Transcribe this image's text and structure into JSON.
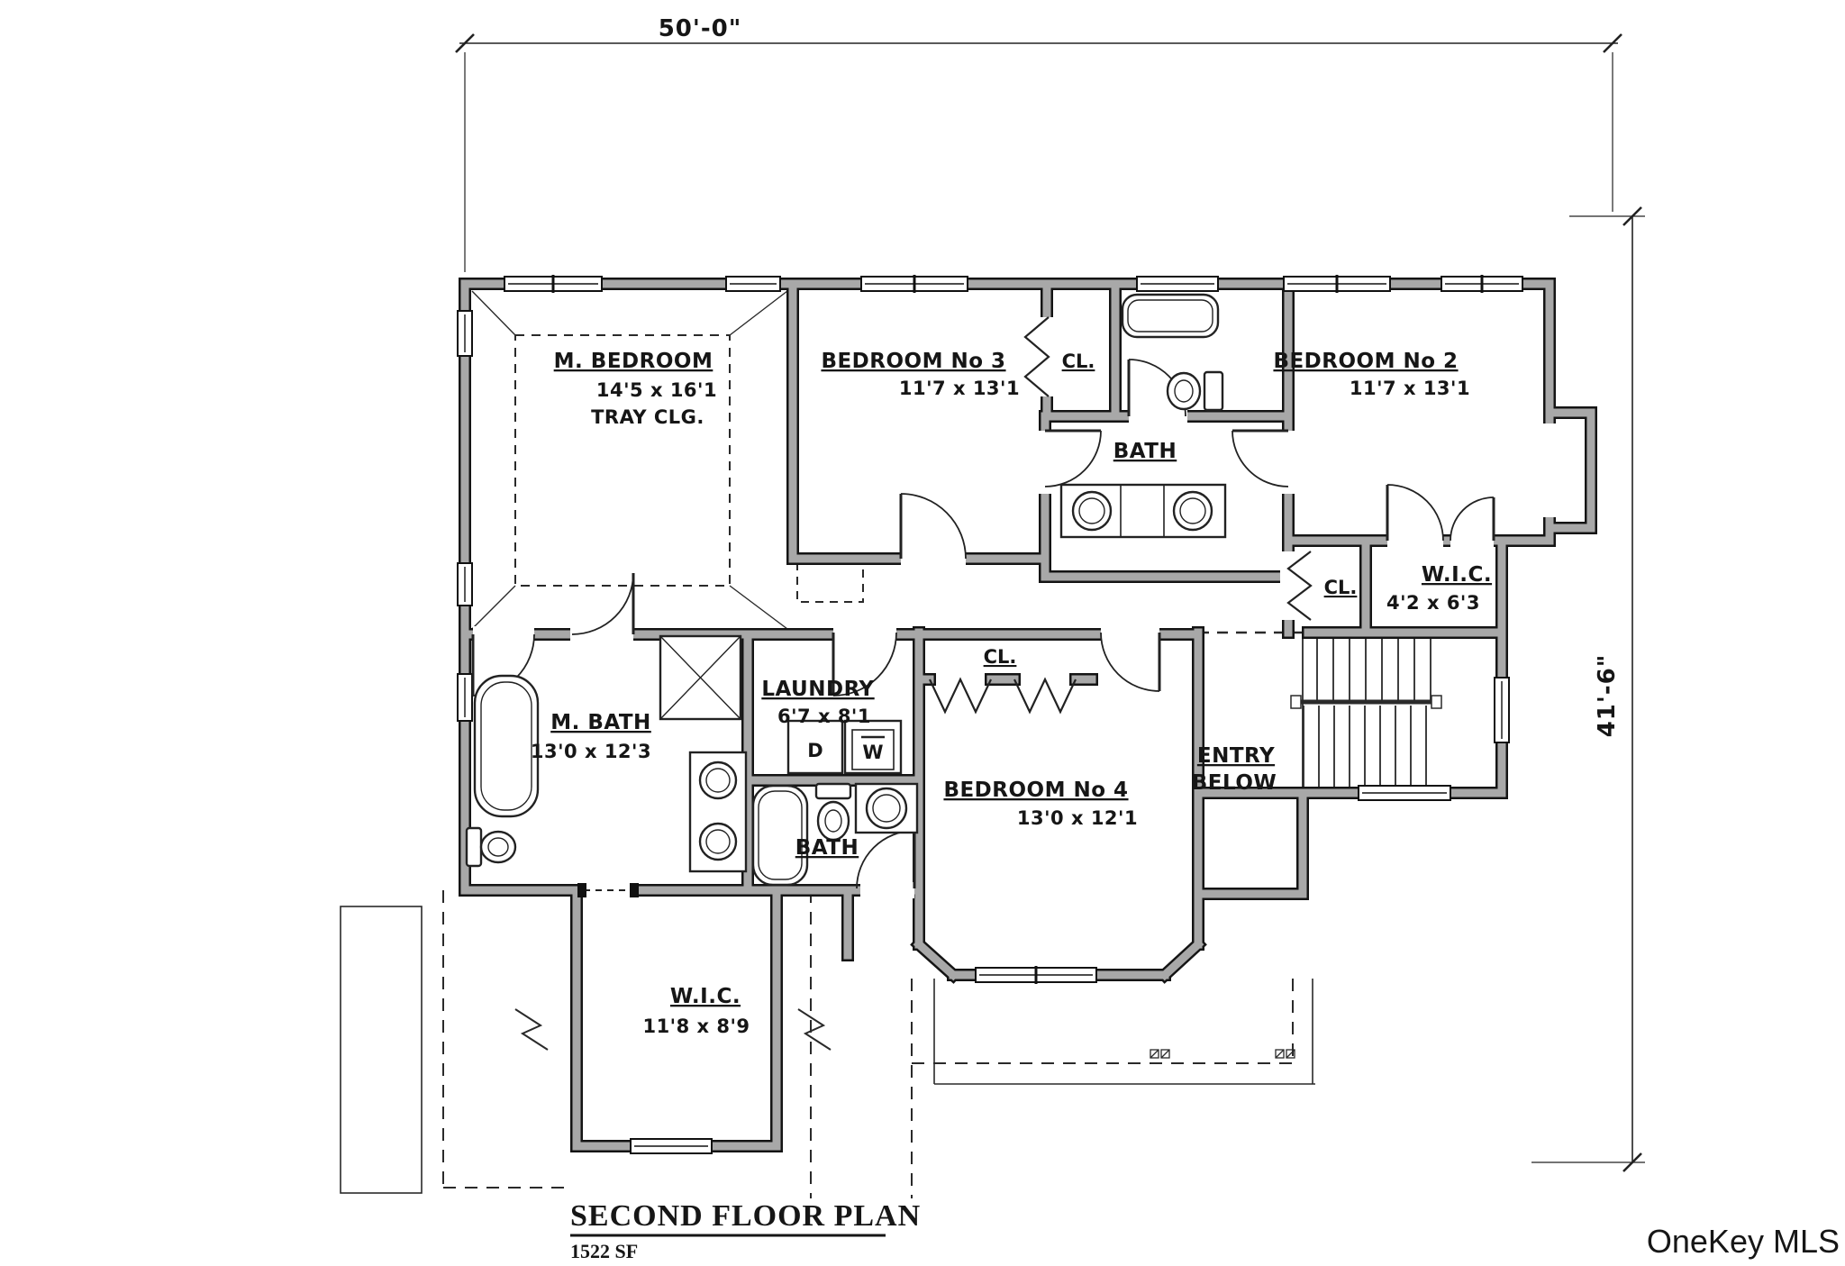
{
  "plan_title": {
    "text": "SECOND FLOOR PLAN",
    "area": "1522 SF"
  },
  "watermark": "OneKey MLS",
  "dimensions": {
    "width": "50'-0\"",
    "height": "41'-6\""
  },
  "labels": {
    "m_bedroom": [
      "M. BEDROOM",
      "14'5 x 16'1",
      "TRAY CLG."
    ],
    "bedroom3": [
      "BEDROOM No 3",
      "11'7 x 13'1"
    ],
    "bedroom2": [
      "BEDROOM No 2",
      "11'7 x 13'1"
    ],
    "bedroom4": [
      "BEDROOM No 4",
      "13'0 x 12'1"
    ],
    "m_bath": [
      "M. BATH",
      "13'0 x 12'3"
    ],
    "bath_upper": "BATH",
    "bath_lower": "BATH",
    "laundry": [
      "LAUNDRY",
      "6'7 x 8'1"
    ],
    "wic_small": [
      "W.I.C.",
      "4'2 x 6'3"
    ],
    "wic_large": [
      "W.I.C.",
      "11'8 x 8'9"
    ],
    "closet": "CL.",
    "entry": [
      "ENTRY",
      "BELOW"
    ],
    "dryer": "D",
    "washer": "W"
  },
  "colors": {
    "background": "#ffffff",
    "wall_fill": "#a8a8a8",
    "wall_edge": "#141414",
    "line": "#222222",
    "watermark": "#aeaeae"
  }
}
